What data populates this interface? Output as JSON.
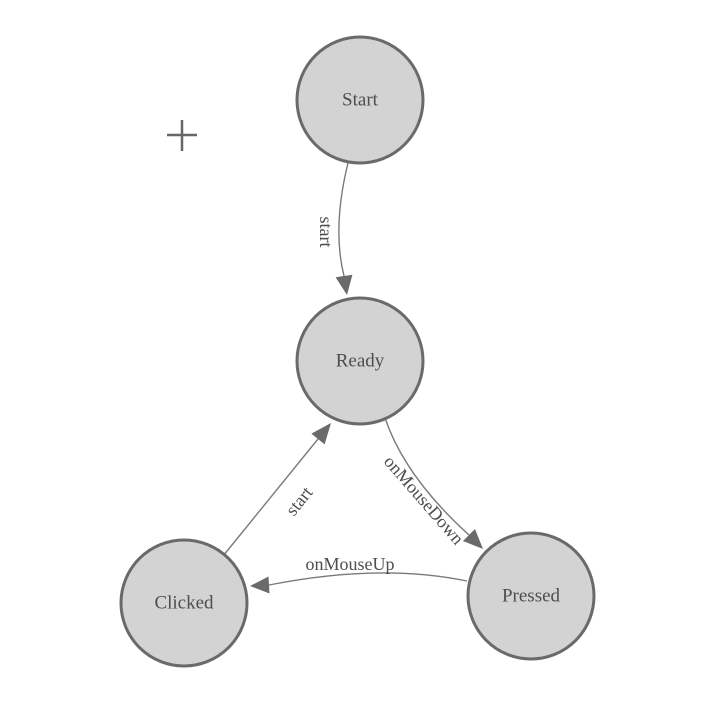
{
  "diagram": {
    "type": "state-machine",
    "nodes": [
      {
        "id": "start",
        "label": "Start"
      },
      {
        "id": "ready",
        "label": "Ready"
      },
      {
        "id": "clicked",
        "label": "Clicked"
      },
      {
        "id": "pressed",
        "label": "Pressed"
      }
    ],
    "edges": [
      {
        "from": "start",
        "to": "ready",
        "label": "start"
      },
      {
        "from": "clicked",
        "to": "ready",
        "label": "start"
      },
      {
        "from": "ready",
        "to": "pressed",
        "label": "onMouseDown"
      },
      {
        "from": "pressed",
        "to": "clicked",
        "label": "onMouseUp"
      }
    ],
    "style": {
      "background": "#ffffff",
      "node_fill": "#d3d3d3",
      "node_stroke": "#6a6a6a",
      "edge_color": "#7a7a7a",
      "arrowhead_fill": "#6a6a6a",
      "label_color": "#4d4d4d",
      "crosshair_color": "#666666"
    }
  }
}
